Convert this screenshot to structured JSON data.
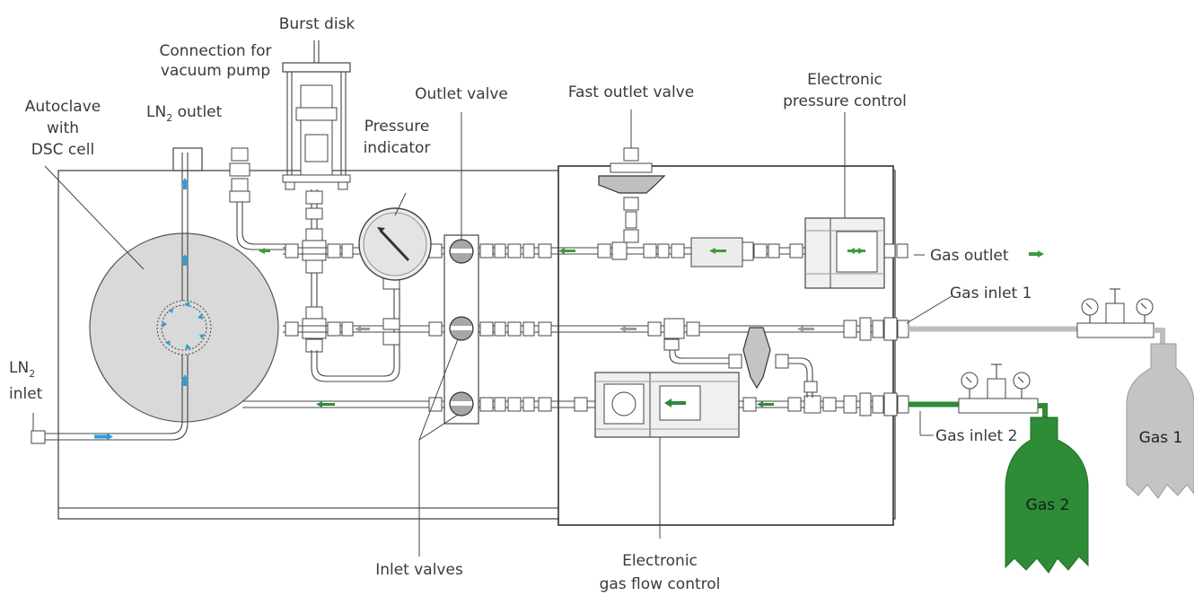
{
  "labels": {
    "burst_disk": "Burst disk",
    "connection_line1": "Connection for",
    "connection_line2": "vacuum pump",
    "autoclave_line1": "Autoclave",
    "autoclave_line2": "with",
    "autoclave_line3": "DSC cell",
    "ln2_outlet_main": "LN",
    "ln2_outlet_sub": "2",
    "ln2_outlet_rest": " outlet",
    "pressure_line1": "Pressure",
    "pressure_line2": "indicator",
    "outlet_valve": "Outlet valve",
    "fast_outlet_valve": "Fast outlet valve",
    "epc_line1": "Electronic",
    "epc_line2": "pressure control",
    "gas_outlet": "Gas outlet",
    "gas_inlet_1": "Gas inlet 1",
    "gas_inlet_2": "Gas inlet 2",
    "gas_1": "Gas 1",
    "gas_2": "Gas 2",
    "ln2_inlet_main": "LN",
    "ln2_inlet_sub": "2",
    "ln2_inlet_rest": "inlet",
    "inlet_valves": "Inlet valves",
    "egfc_line1": "Electronic",
    "egfc_line2": "gas flow control"
  },
  "colors": {
    "flow_green": "#3d9b3d",
    "ln2_blue": "#2a9fd8",
    "gas2_cylinder": "#2e8b36",
    "gas1_cylinder": "#c4c4c4",
    "autoclave_fill": "#d9d9d9",
    "return_gray": "#9a9a9a"
  }
}
